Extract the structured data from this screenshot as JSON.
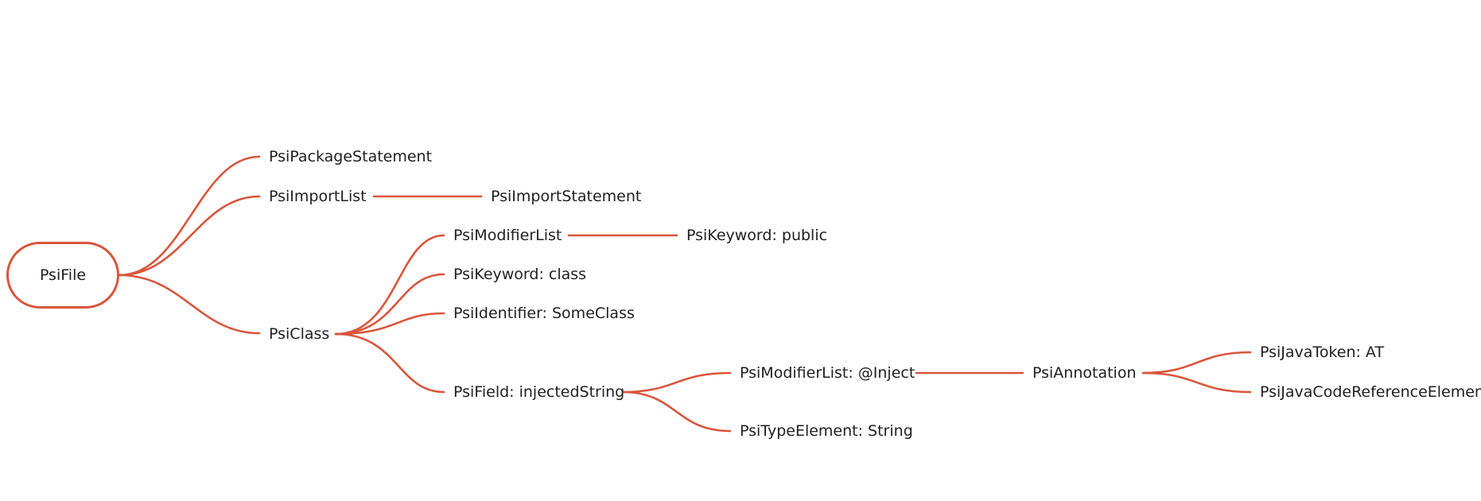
{
  "theme": {
    "edge_color": "#d9553b",
    "text_color": "#1f1f1f",
    "background": "#ffffff"
  },
  "root": {
    "label": "PsiFile"
  },
  "nodes": {
    "package_statement": "PsiPackageStatement",
    "import_list": "PsiImportList",
    "import_statement": "PsiImportStatement",
    "class": "PsiClass",
    "class_modifier_list": "PsiModifierList",
    "keyword_public": "PsiKeyword: public",
    "keyword_class": "PsiKeyword: class",
    "identifier": "PsiIdentifier: SomeClass",
    "field": "PsiField: injectedString",
    "field_modifier_list": "PsiModifierList: @Inject",
    "annotation": "PsiAnnotation",
    "java_token": "PsiJavaToken: AT",
    "code_reference": "PsiJavaCodeReferenceElement",
    "type_element": "PsiTypeElement: String"
  }
}
